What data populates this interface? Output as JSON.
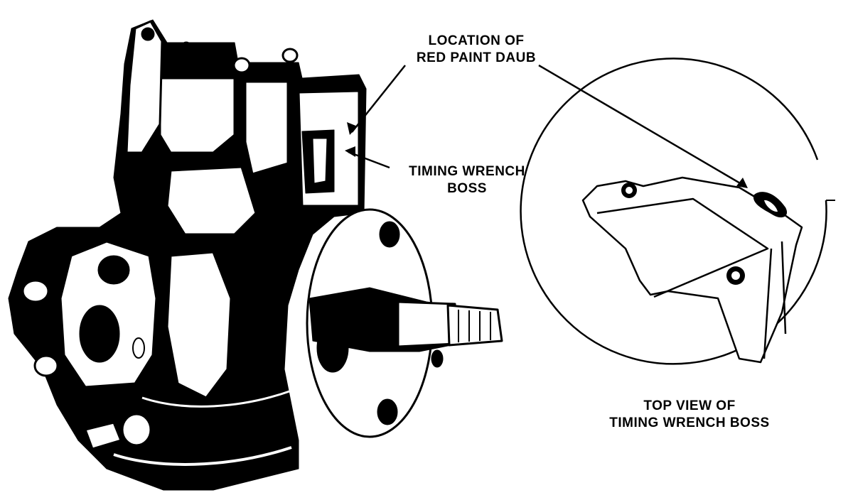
{
  "labels": {
    "paint_daub": {
      "line1": "LOCATION OF",
      "line2": "RED PAINT DAUB"
    },
    "wrench_boss": {
      "line1": "TIMING WRENCH",
      "line2": "BOSS"
    },
    "top_view": {
      "line1": "TOP VIEW OF",
      "line2": "TIMING WRENCH BOSS"
    }
  },
  "colors": {
    "ink": "#000000",
    "paper": "#ffffff",
    "mid": "#7a7a7a"
  }
}
